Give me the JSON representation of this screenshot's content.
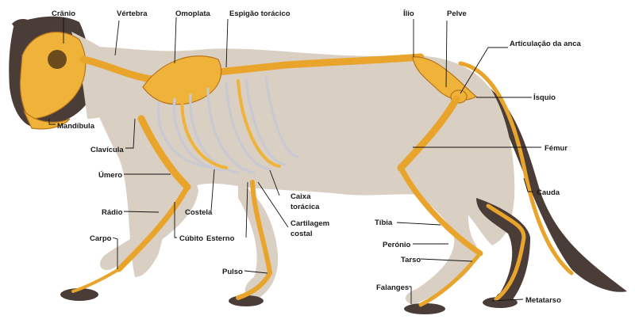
{
  "labels": {
    "cranio": "Crânio",
    "vertebra": "Vértebra",
    "omoplata": "Omoplata",
    "espigao": "Espigão torácico",
    "ilio": "Ílio",
    "pelve": "Pelve",
    "articulacao": "Articulação da anca",
    "isquio": "Ísquio",
    "mandibula": "Mandíbula",
    "clavicula": "Clavícula",
    "femur": "Fémur",
    "umero": "Úmero",
    "cauda": "Cauda",
    "caixa1": "Caixa",
    "caixa2": "torácica",
    "radio": "Rádio",
    "costela": "Costela",
    "cartilagem1": "Cartilagem",
    "cartilagem2": "costal",
    "tibia": "Tíbia",
    "carpo": "Carpo",
    "cubito": "Cúbito",
    "esterno": "Esterno",
    "peronio": "Perónio",
    "tarso": "Tarso",
    "pulso": "Pulso",
    "falanges": "Falanges",
    "metatarso": "Metatarso"
  },
  "colors": {
    "bone": "#f0b33a",
    "fur": "#d9cfc3",
    "points": "#4a3d38",
    "leader": "#111111"
  }
}
